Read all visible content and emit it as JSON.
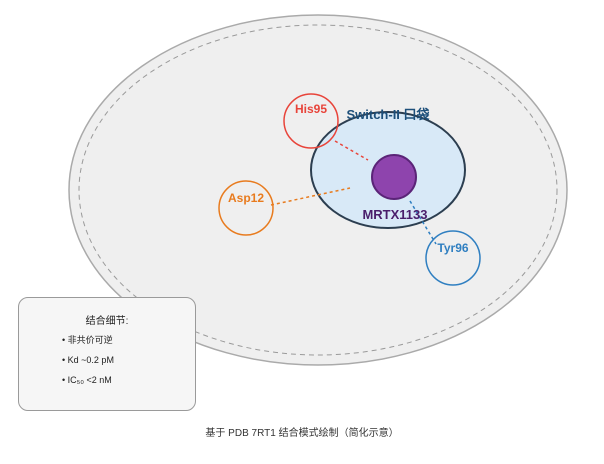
{
  "diagram": {
    "pocket_label": "Switch-II 口袋",
    "ligand_label": "MRTX1133",
    "residues": [
      {
        "name": "His95",
        "color": "#e8443a"
      },
      {
        "name": "Asp12",
        "color": "#e87b1e"
      },
      {
        "name": "Tyr96",
        "color": "#2f7fc1"
      }
    ],
    "colors": {
      "protein_fill": "#efefef",
      "protein_stroke": "#aaaaaa",
      "pocket_fill": "#d8e9f7",
      "pocket_stroke": "#2c3e50",
      "pocket_label": "#1d4f7a",
      "ligand_fill": "#8e44ad",
      "ligand_stroke": "#5b2478",
      "ligand_label": "#4a1e6b"
    }
  },
  "info": {
    "title": "结合细节:",
    "items": [
      "非共价可逆",
      "Kd ~0.2 pM",
      "IC₅₀ <2 nM"
    ]
  },
  "caption": "基于 PDB 7RT1 结合模式绘制（简化示意）"
}
